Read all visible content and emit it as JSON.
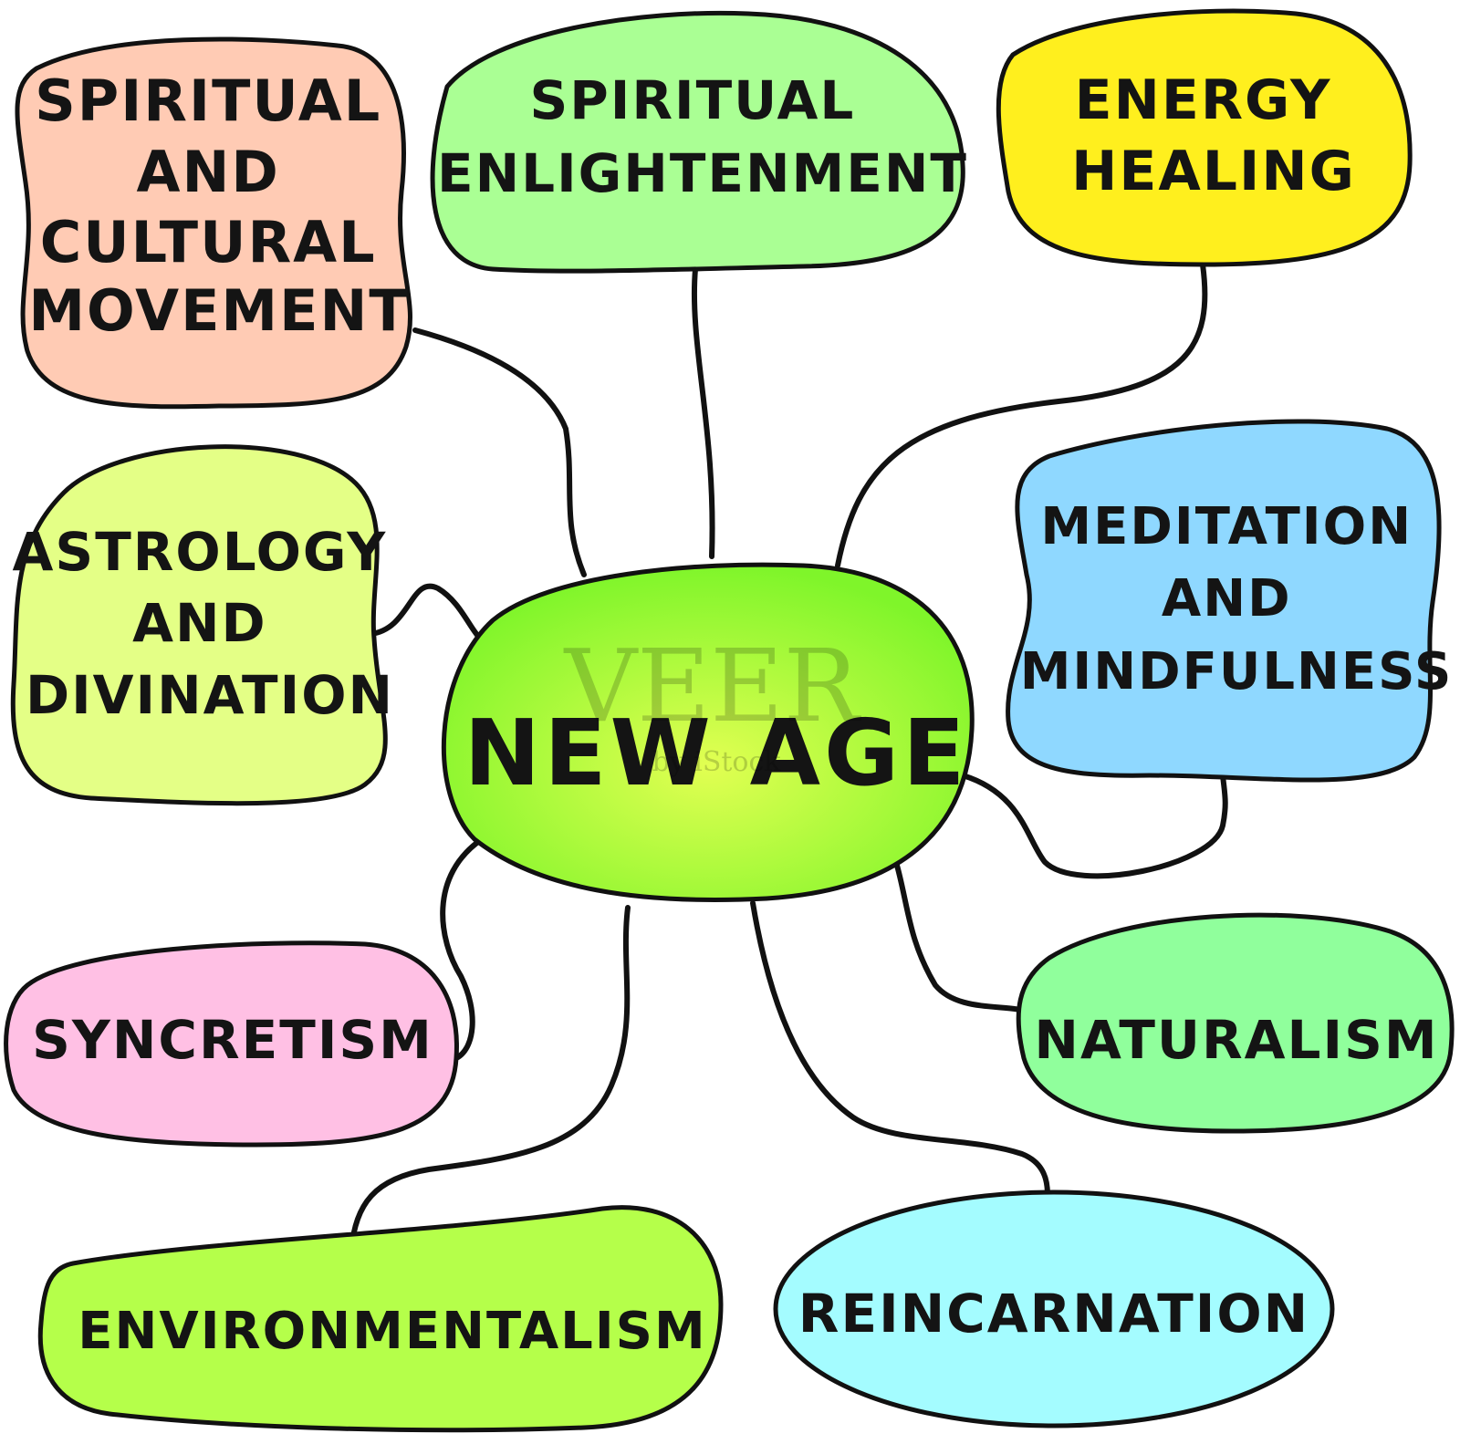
{
  "center": {
    "label": "NEW AGE"
  },
  "watermark": {
    "brand": "VEER",
    "sub": "by iStock"
  },
  "nodes": {
    "spiritual_cultural": {
      "lines": [
        "SPIRITUAL",
        "AND",
        "CULTURAL",
        "MOVEMENT"
      ],
      "color": "#ffcbb4"
    },
    "enlightenment": {
      "lines": [
        "SPIRITUAL",
        "ENLIGHTENMENT"
      ],
      "color": "#aaff94"
    },
    "energy_healing": {
      "lines": [
        "ENERGY",
        "HEALING"
      ],
      "color": "#ffef1e"
    },
    "astrology": {
      "lines": [
        "ASTROLOGY",
        "AND",
        "DIVINATION"
      ],
      "color": "#e4ff86"
    },
    "meditation": {
      "lines": [
        "MEDITATION",
        "AND",
        "MINDFULNESS"
      ],
      "color": "#8fd8ff"
    },
    "syncretism": {
      "lines": [
        "SYNCRETISM"
      ],
      "color": "#ffc0e4"
    },
    "naturalism": {
      "lines": [
        "NATURALISM"
      ],
      "color": "#90ff9c"
    },
    "environmentalism": {
      "lines": [
        "ENVIRONMENTALISM"
      ],
      "color": "#b5ff4a"
    },
    "reincarnation": {
      "lines": [
        "REINCARNATION"
      ],
      "color": "#a4fcff"
    }
  },
  "colors": {
    "center_inner": "#e2ff52",
    "center_outer": "#7ff52a",
    "outline": "#111111"
  }
}
